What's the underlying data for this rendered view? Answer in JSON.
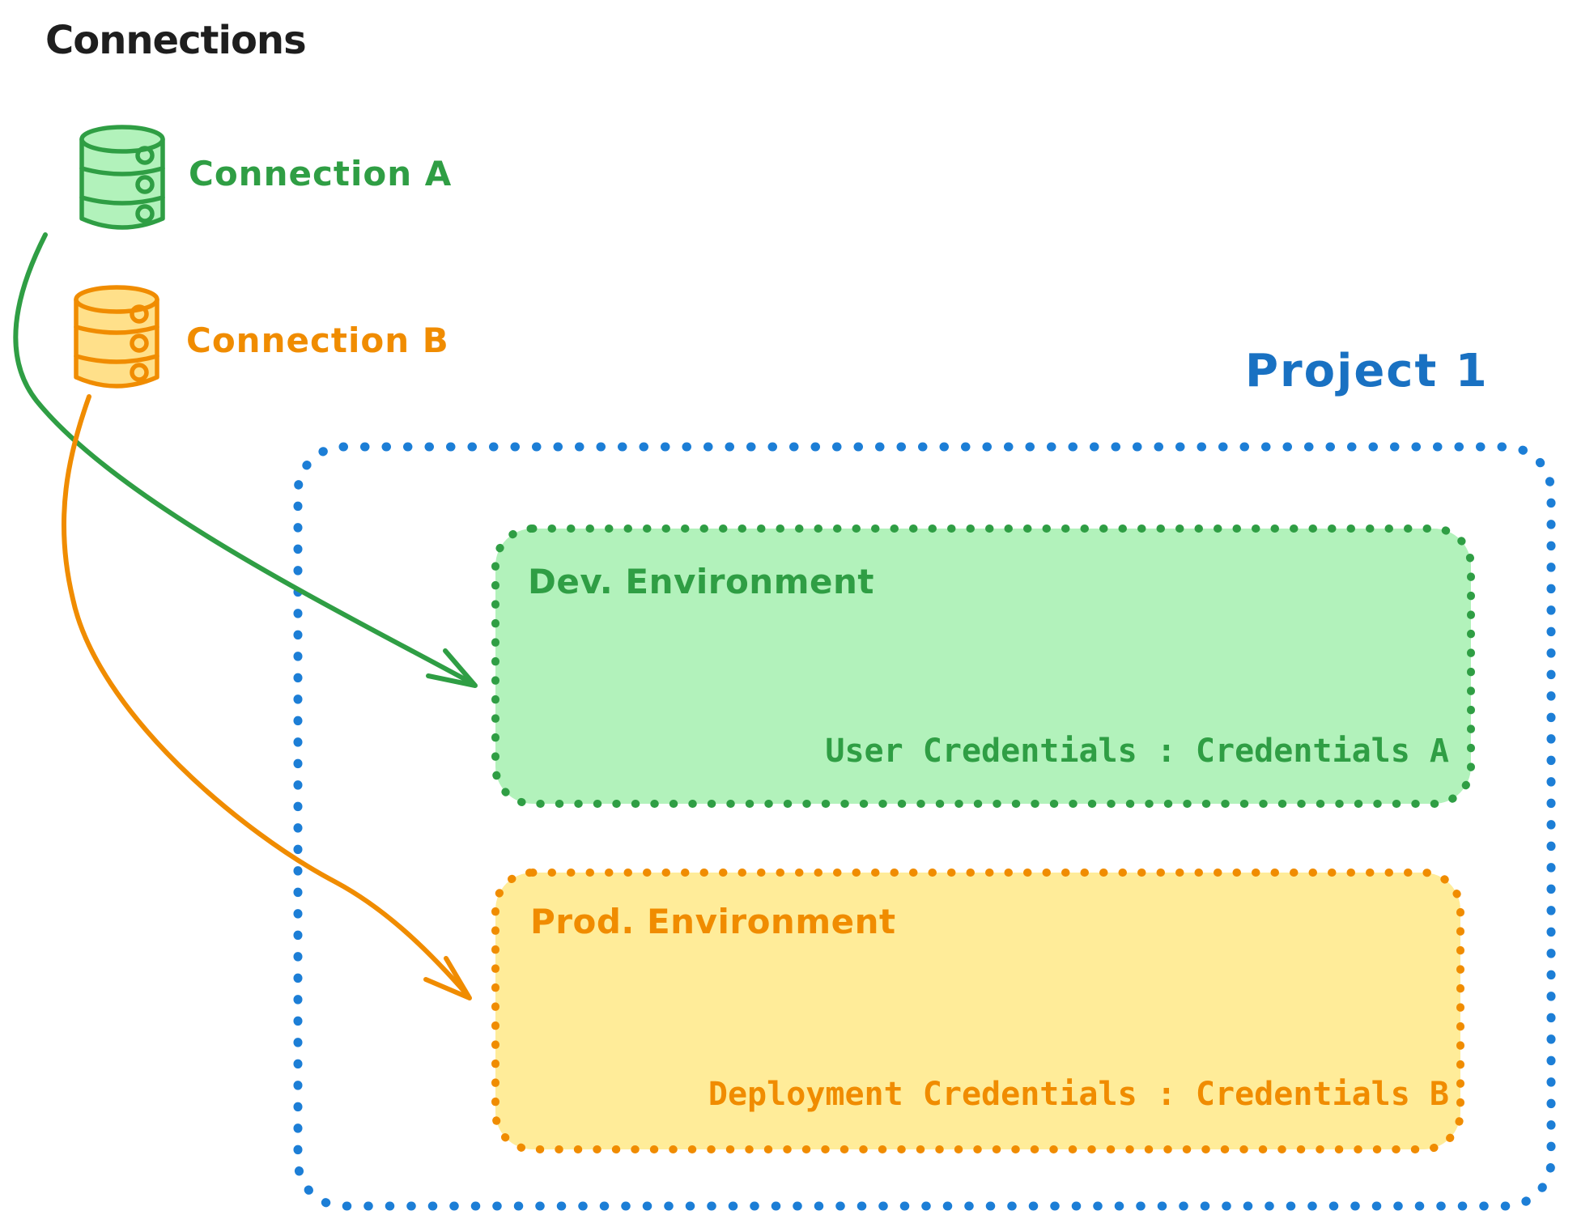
{
  "diagram": {
    "title": "Connections",
    "connections": [
      {
        "label": "Connection A",
        "icon": "database-icon",
        "color": "#2f9e44",
        "fill": "#b2f2bb"
      },
      {
        "label": "Connection B",
        "icon": "database-icon",
        "color": "#f08c00",
        "fill": "#ffe08a"
      }
    ],
    "project": {
      "title": "Project 1",
      "border_color": "#1c7ed6",
      "environments": [
        {
          "name": "Dev. Environment",
          "credentials": "User Credentials : Credentials A",
          "stroke_color": "#2f9e44",
          "fill_color": "#b2f2bb"
        },
        {
          "name": "Prod. Environment",
          "credentials": "Deployment Credentials : Credentials B",
          "stroke_color": "#f08c00",
          "fill_color": "#ffec99"
        }
      ]
    },
    "arrows": [
      {
        "name": "connection-a-to-dev-environment",
        "color": "#2f9e44"
      },
      {
        "name": "connection-b-to-prod-environment",
        "color": "#f08c00"
      }
    ]
  },
  "palette": {
    "ink": "#1e1e1e",
    "green": "#2f9e44",
    "green_fill": "#b2f2bb",
    "orange": "#f08c00",
    "orange_fill": "#ffec99",
    "blue": "#1971c2",
    "blue_dots": "#1c7ed6",
    "background": "#ffffff"
  }
}
